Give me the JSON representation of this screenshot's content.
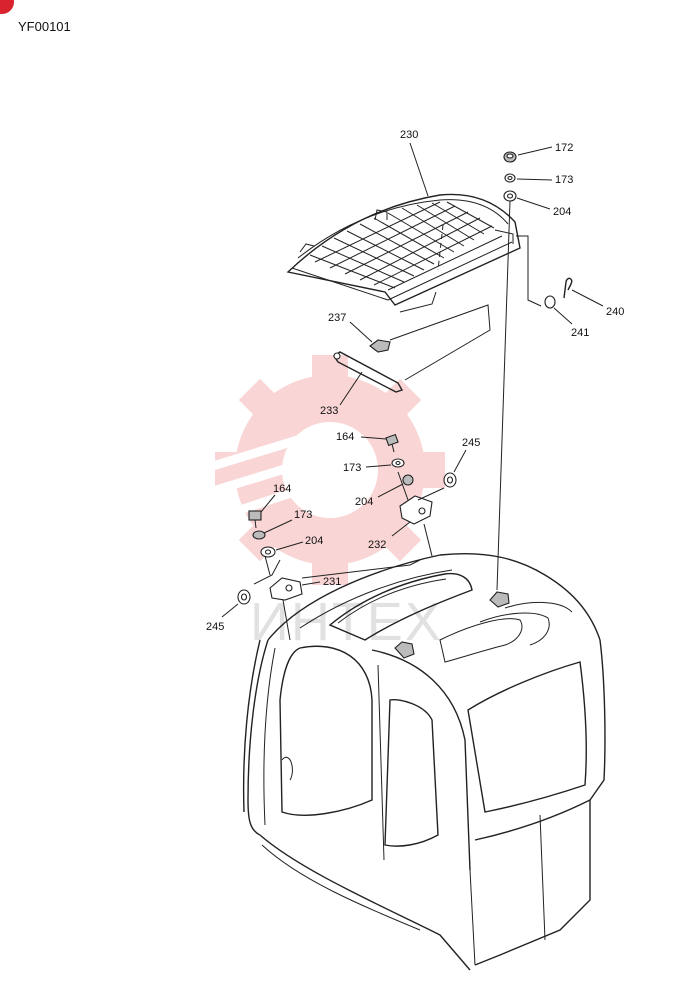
{
  "document": {
    "code": "YF00101"
  },
  "colors": {
    "badge": "#d9232e",
    "watermark": "#f08a8a",
    "line": "#222222"
  },
  "watermark": {
    "text": "ИНТЕХ"
  },
  "callouts": [
    {
      "id": "172",
      "text": "172"
    },
    {
      "id": "173a",
      "text": "173"
    },
    {
      "id": "204a",
      "text": "204"
    },
    {
      "id": "230",
      "text": "230"
    },
    {
      "id": "240",
      "text": "240"
    },
    {
      "id": "241",
      "text": "241"
    },
    {
      "id": "237",
      "text": "237"
    },
    {
      "id": "233",
      "text": "233"
    },
    {
      "id": "164a",
      "text": "164"
    },
    {
      "id": "245a",
      "text": "245"
    },
    {
      "id": "173b",
      "text": "173"
    },
    {
      "id": "204b",
      "text": "204"
    },
    {
      "id": "232",
      "text": "232"
    },
    {
      "id": "164b",
      "text": "164"
    },
    {
      "id": "173c",
      "text": "173"
    },
    {
      "id": "204c",
      "text": "204"
    },
    {
      "id": "231",
      "text": "231"
    },
    {
      "id": "245b",
      "text": "245"
    }
  ]
}
